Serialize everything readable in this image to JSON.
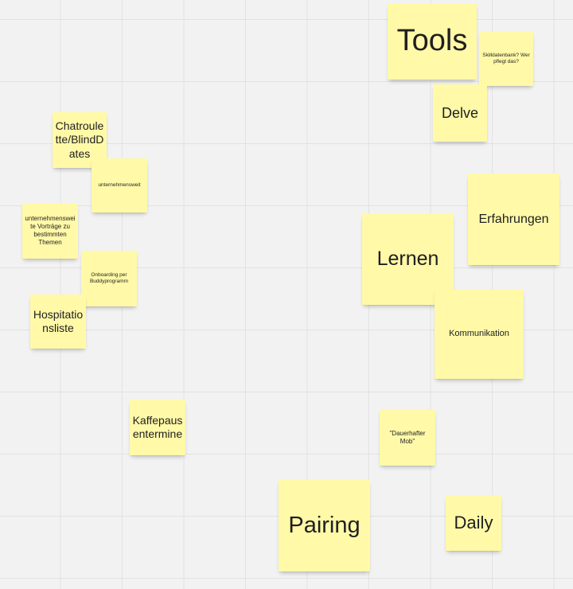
{
  "board": {
    "notes": {
      "tools": "Tools",
      "skilldatenbank": "Skilldatenbank? Wer pflegt das?",
      "delve": "Delve",
      "chatroulette": "Chatroulette/BlindDates",
      "unternehmensweit": "unternehmensweit",
      "unternehmensweite_vortraege": "unternehmensweite Vorträge zu bestimmten Themen",
      "onboarding": "Onboarding per Buddyprogramm",
      "hospitationsliste": "Hospitationsliste",
      "kaffepausentermine": "Kaffepausentermine",
      "erfahrungen": "Erfahrungen",
      "lernen": "Lernen",
      "kommunikation": "Kommunikation",
      "dauerhafter_mob": "\"Dauerhafter Mob\"",
      "pairing": "Pairing",
      "daily": "Daily"
    },
    "colors": {
      "note": "#fff9a8",
      "background": "#f2f2f2",
      "grid": "#e2e2e2"
    }
  }
}
